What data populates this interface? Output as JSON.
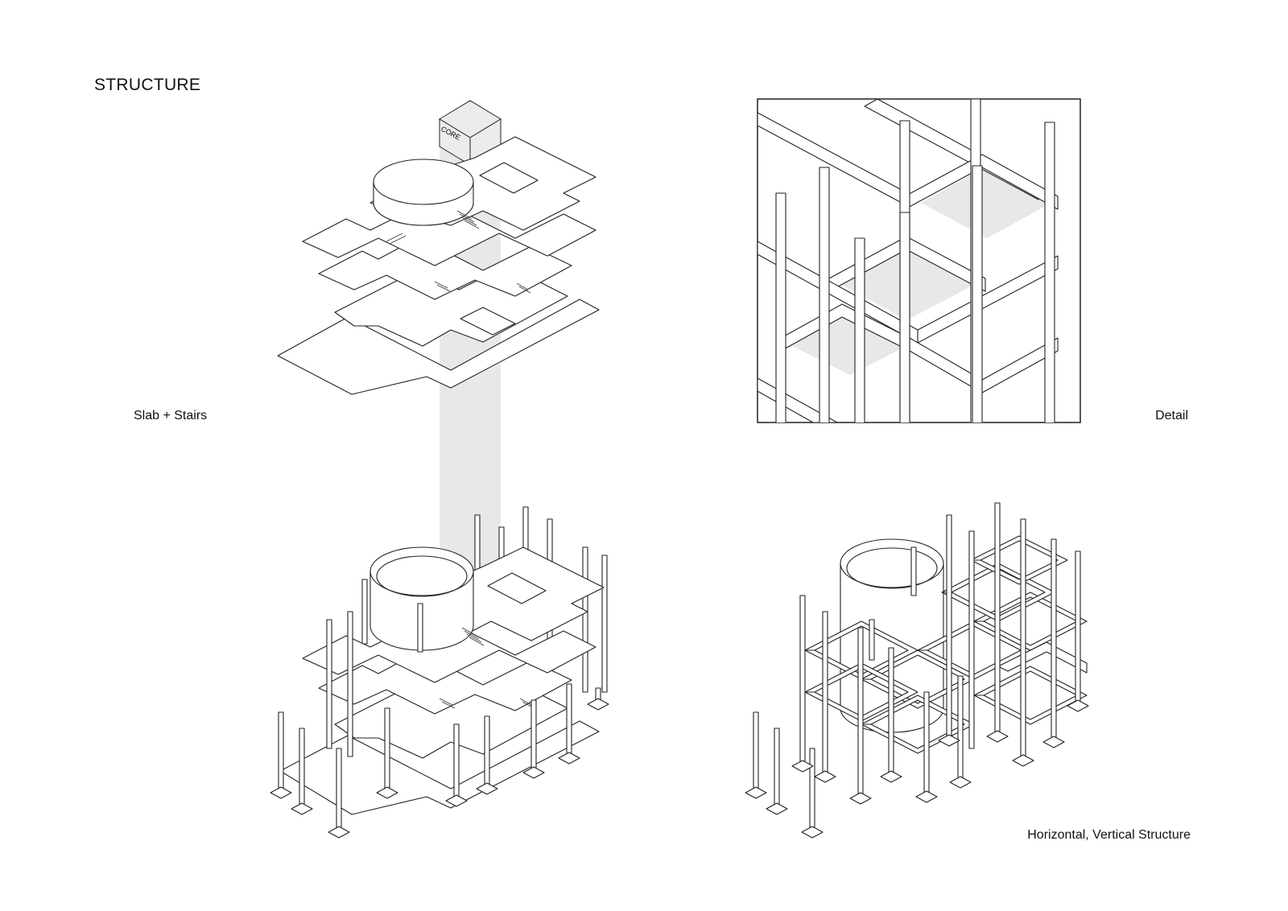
{
  "title": "STRUCTURE",
  "labels": {
    "slab": "Slab + Stairs",
    "detail": "Detail",
    "structure": "Horizontal, Vertical Structure",
    "core": "CORE"
  }
}
